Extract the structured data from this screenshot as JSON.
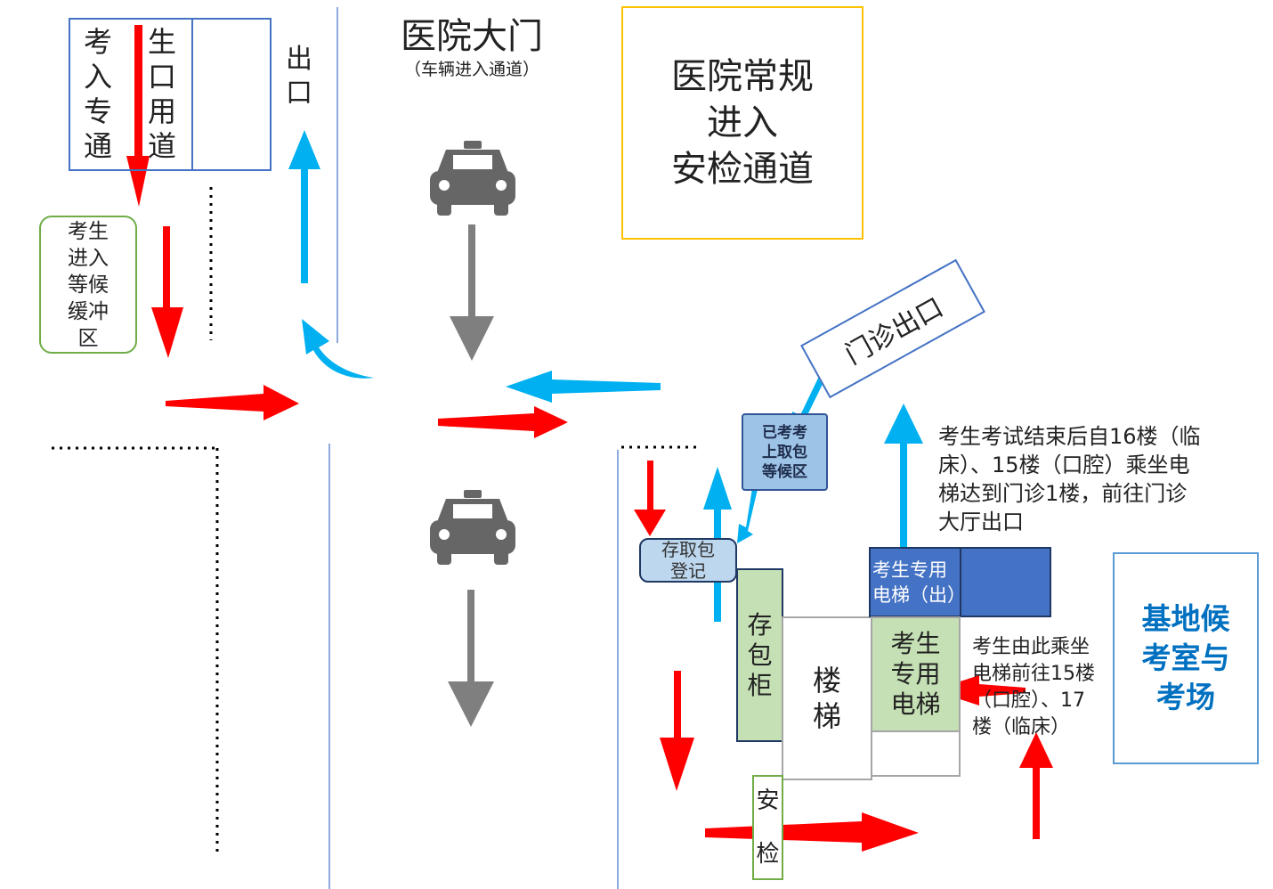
{
  "gate": {
    "title": "医院大门",
    "subtitle": "（车辆进入通道）"
  },
  "exam_lane": {
    "col1": [
      "考",
      "入",
      "专",
      "通"
    ],
    "col2": [
      "生",
      "口",
      "用",
      "道"
    ]
  },
  "exit_left": [
    "出",
    "口"
  ],
  "buffer": "考生\n进入\n等候\n缓冲\n区",
  "security_box": "医院常规\n进入\n安检通道",
  "clinic_exit": "门诊出口",
  "pickup_wait": "已考考\n上取包\n等候区",
  "bag_register": "存取包\n登记",
  "locker": [
    "存",
    "包",
    "柜"
  ],
  "stairs": [
    "楼",
    "梯"
  ],
  "elevator_out": "考生专用\n电梯（出）",
  "elevator_in": "考生\n专用\n电梯",
  "security_check": [
    "安",
    "检"
  ],
  "note_exit": "考生考试结束后自16楼（临\n床）、15楼（口腔）乘坐电\n梯达到门诊1楼，前往门诊\n大厅出口",
  "note_elevator": "考生由此乘坐\n电梯前往15楼\n（口腔）、17\n楼（临床）",
  "base_room": "基地候\n考室与\n考场",
  "colors": {
    "red_arrow": "#ff0000",
    "blue_arrow": "#00b0f0",
    "gray_arrow": "#7f7f7f",
    "accent_blue": "#4472c4",
    "green_border": "#70ad47",
    "green_fill": "#c5e0b4",
    "light_blue_fill": "#9dc3e6",
    "gold_border": "#ffc000",
    "title_blue": "#0070c0"
  },
  "icons": [
    "taxi-icon",
    "taxi-icon"
  ]
}
